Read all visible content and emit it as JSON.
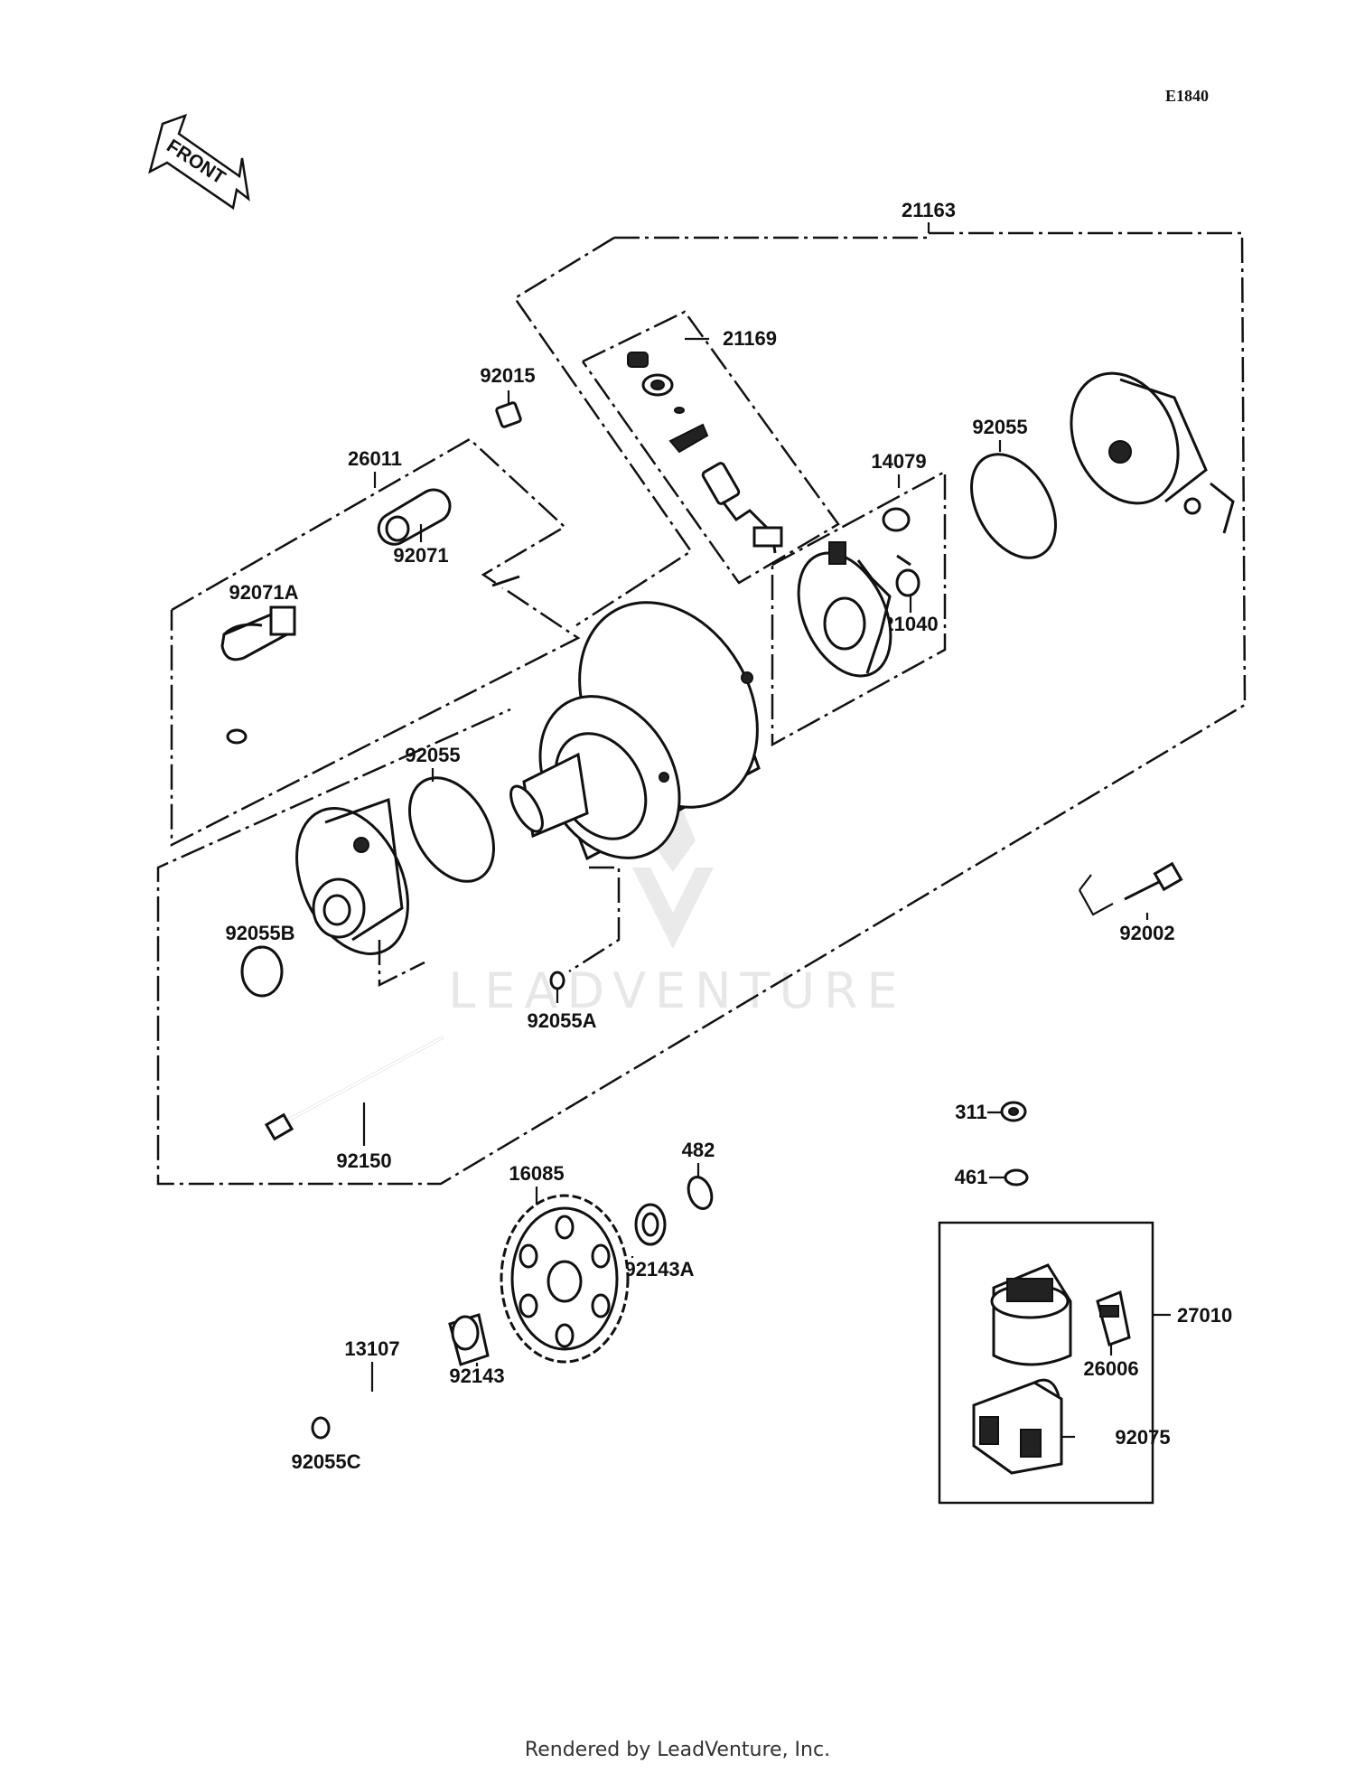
{
  "diagram_code": "E1840",
  "front_label": "FRONT",
  "watermark": "LEADVENTURE",
  "footer": "Rendered by LeadVenture, Inc.",
  "parts": {
    "p21163": "21163",
    "p21169": "21169",
    "p92015": "92015",
    "p26011": "26011",
    "p92071": "92071",
    "p92071A": "92071A",
    "p14079": "14079",
    "p92055_top": "92055",
    "p21040": "21040",
    "p92055_mid": "92055",
    "p92055B": "92055B",
    "p92055A": "92055A",
    "p92002": "92002",
    "p92150": "92150",
    "p311": "311",
    "p461": "461",
    "p482": "482",
    "p16085": "16085",
    "p92143A": "92143A",
    "p27010": "27010",
    "p13107": "13107",
    "p92143": "92143",
    "p26006": "26006",
    "p92075": "92075",
    "p92055C": "92055C"
  }
}
